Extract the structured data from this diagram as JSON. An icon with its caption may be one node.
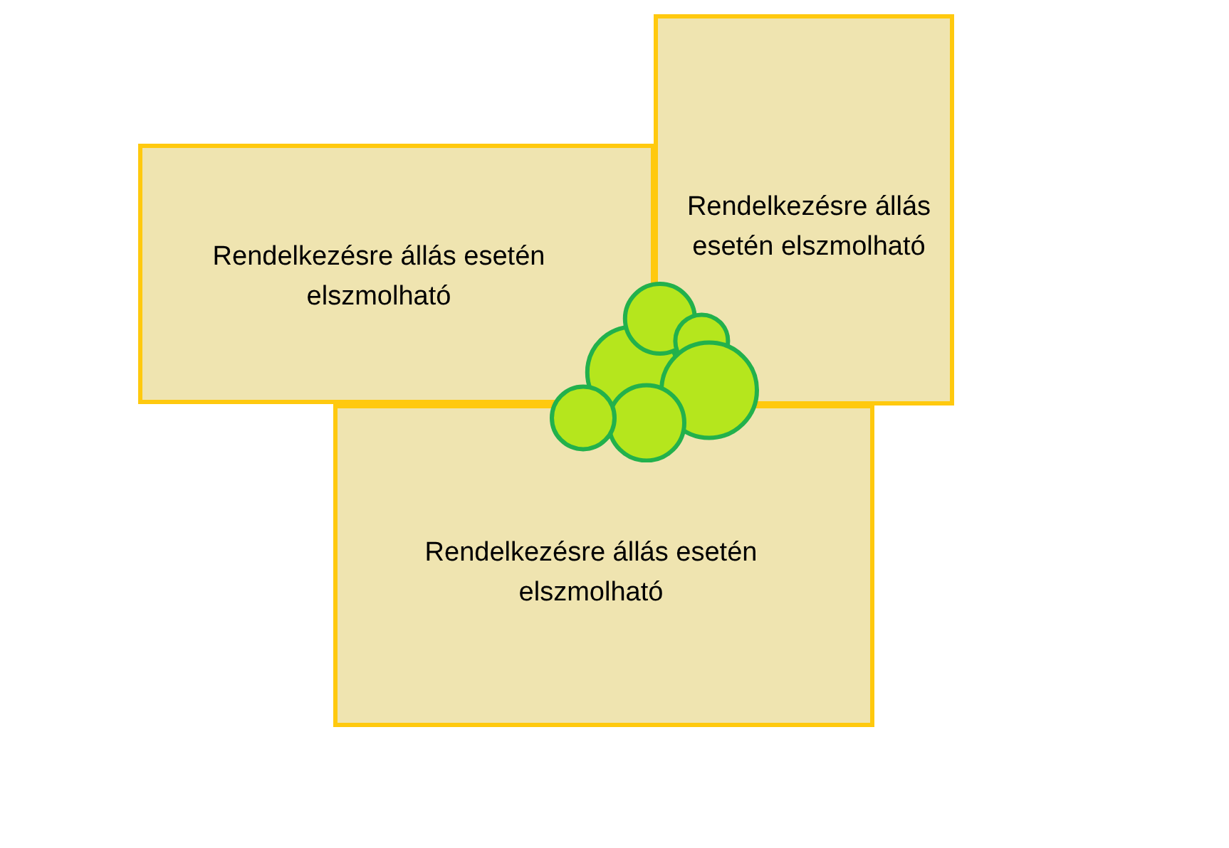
{
  "diagram": {
    "nodes": [
      {
        "text": [
          "Rendelkezésre állás esetén elszmolható"
        ]
      },
      {
        "text": [
          "Rendelkezésre állás esetén elszmolható"
        ]
      },
      {
        "text": [
          "Rendelkezésre állás esetén elszmolható"
        ]
      }
    ]
  }
}
